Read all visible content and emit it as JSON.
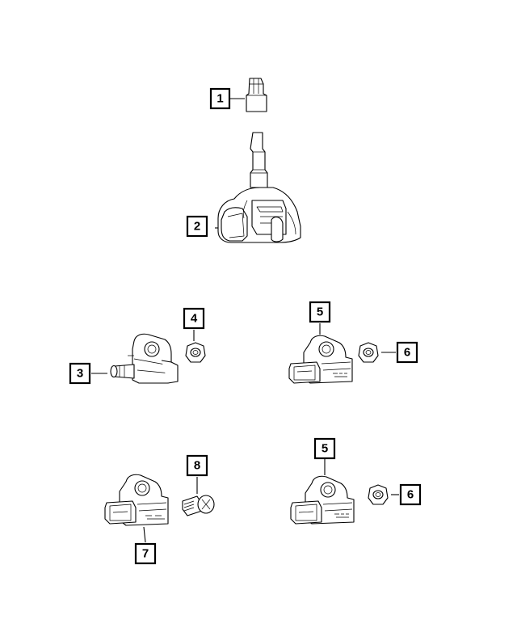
{
  "callouts": [
    {
      "id": "c1",
      "label": "1"
    },
    {
      "id": "c2",
      "label": "2"
    },
    {
      "id": "c3",
      "label": "3"
    },
    {
      "id": "c4",
      "label": "4"
    },
    {
      "id": "c5a",
      "label": "5"
    },
    {
      "id": "c6a",
      "label": "6"
    },
    {
      "id": "c5b",
      "label": "5"
    },
    {
      "id": "c6b",
      "label": "6"
    },
    {
      "id": "c7",
      "label": "7"
    },
    {
      "id": "c8",
      "label": "8"
    }
  ]
}
